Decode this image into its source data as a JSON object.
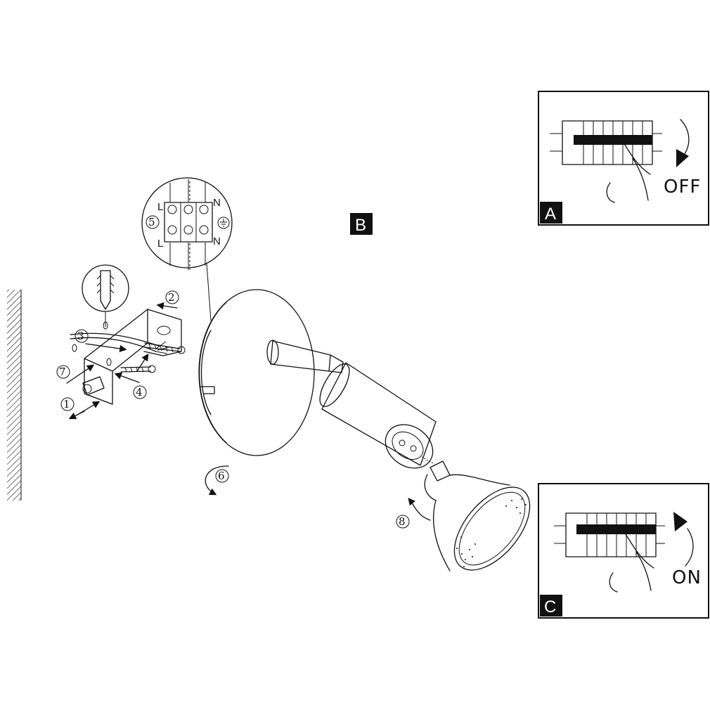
{
  "panels": {
    "off": {
      "tag": "A",
      "caption": "OFF"
    },
    "main": {
      "tag": "B"
    },
    "on": {
      "tag": "C",
      "caption": "ON"
    }
  },
  "terminal": {
    "left_label": "L",
    "right_label": "N",
    "step": "5"
  },
  "steps": [
    "1",
    "2",
    "3",
    "4",
    "6",
    "7",
    "8"
  ]
}
